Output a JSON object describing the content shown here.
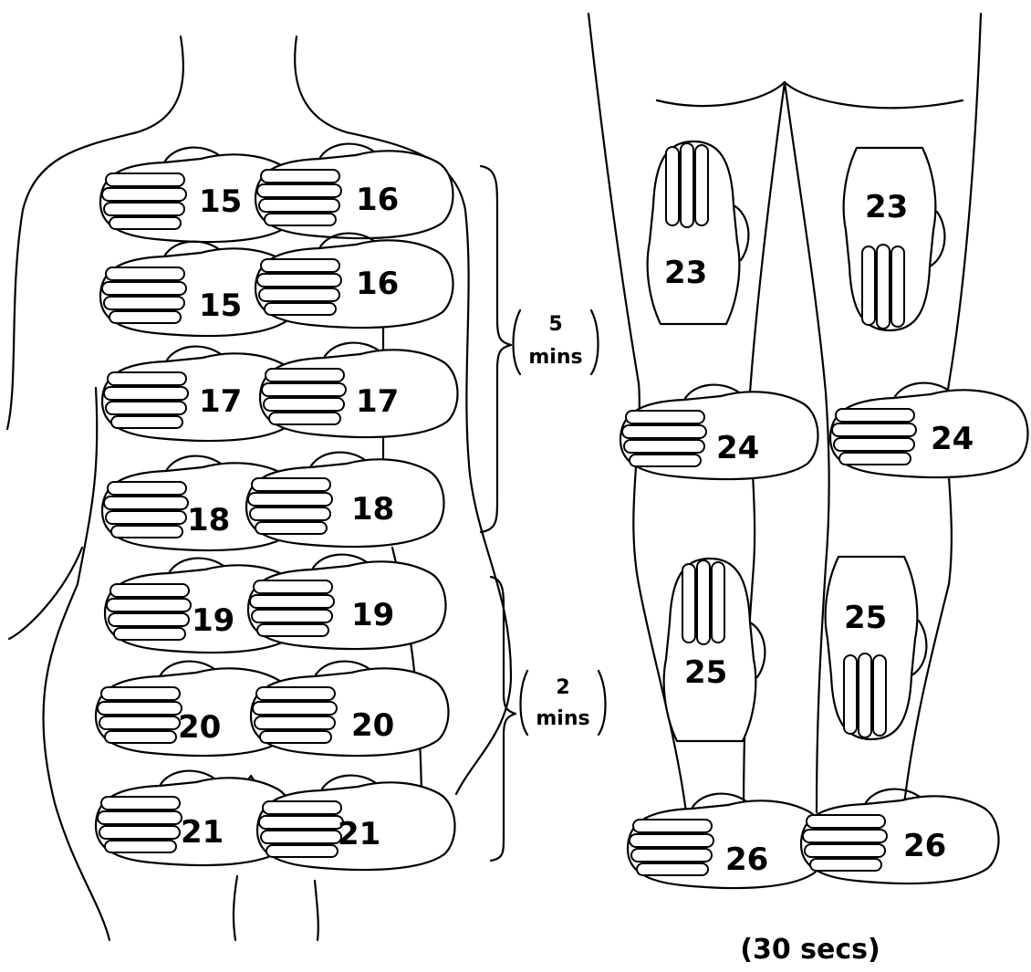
{
  "torso_positions": [
    {
      "left": "15",
      "right": "16"
    },
    {
      "left": "15",
      "right": "16"
    },
    {
      "left": "17",
      "right": "17"
    },
    {
      "left": "18",
      "right": "18"
    },
    {
      "left": "19",
      "right": "19"
    },
    {
      "left": "20",
      "right": "20"
    },
    {
      "left": "21",
      "right": "21"
    }
  ],
  "upper_duration": {
    "value": "5",
    "unit": "mins"
  },
  "lower_duration": {
    "value": "2",
    "unit": "mins"
  },
  "leg_positions": {
    "thigh_left": "23",
    "thigh_right": "23",
    "knee_left": "24",
    "knee_right": "24",
    "shin_left": "25",
    "shin_right": "25",
    "ankle_left": "26",
    "ankle_right": "26"
  },
  "leg_duration": "(30 secs)"
}
